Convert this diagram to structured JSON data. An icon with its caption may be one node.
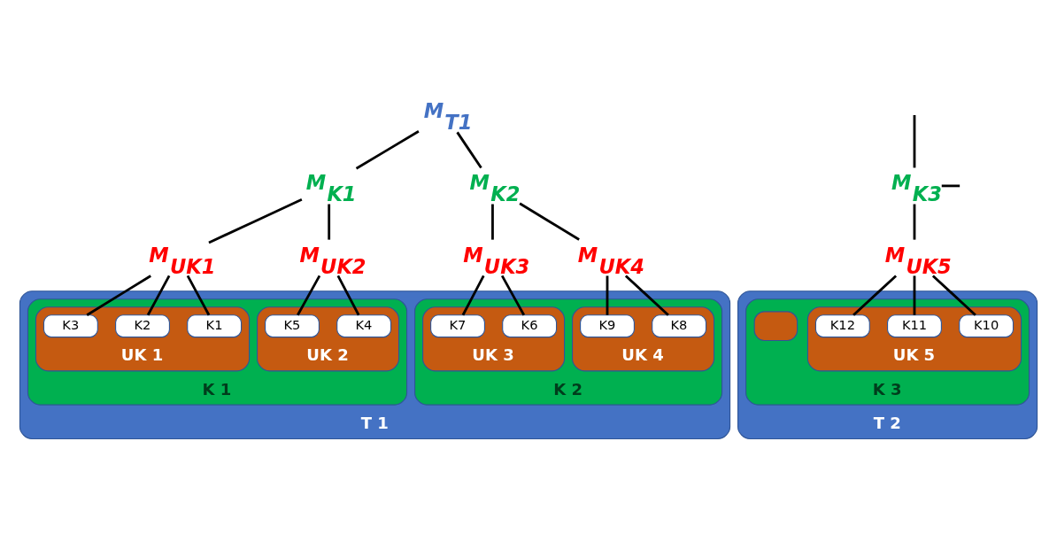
{
  "diagram": {
    "nodes": [
      {
        "text": [
          "M$_{T1}$"
        ]
      },
      {
        "text": [
          "M$_{K1}$"
        ]
      },
      {
        "text": [
          "M$_{K2}$"
        ]
      },
      {
        "text": [
          "M$_{UK1}$"
        ]
      },
      {
        "text": [
          "M$_{UK2}$"
        ]
      },
      {
        "text": [
          "M$_{UK3}$"
        ]
      },
      {
        "text": [
          "M$_{UK4}$"
        ]
      },
      {
        "text": [
          "M$_{K3}$"
        ]
      },
      {
        "text": [
          "M$_{UK5}$"
        ]
      },
      {
        "text": [
          "T 1"
        ]
      },
      {
        "text": [
          "K 1"
        ],
        "in": 9
      },
      {
        "text": [
          "UK 1"
        ],
        "in": 10
      },
      {
        "text": [
          "K1"
        ],
        "in": 11
      },
      {
        "text": [
          "K2"
        ],
        "in": 11
      },
      {
        "text": [
          "K3"
        ],
        "in": 11
      },
      {
        "text": [
          "UK 2"
        ],
        "in": 10
      },
      {
        "text": [
          "K4"
        ],
        "in": 15
      },
      {
        "text": [
          "K5"
        ],
        "in": 15
      },
      {
        "text": [
          "K 2"
        ],
        "in": 9
      },
      {
        "text": [
          "UK 3"
        ],
        "in": 18
      },
      {
        "text": [
          "K6"
        ],
        "in": 19
      },
      {
        "text": [
          "K7"
        ],
        "in": 19
      },
      {
        "text": [
          "UK 4"
        ],
        "in": 18
      },
      {
        "text": [
          "K8"
        ],
        "in": 22
      },
      {
        "text": [
          "K9"
        ],
        "in": 22
      },
      {
        "text": [
          "T 2"
        ]
      },
      {
        "text": [
          "K 3"
        ],
        "in": 25
      },
      {
        "text": [
          "UK 5"
        ],
        "in": 26
      },
      {
        "text": [
          "K10"
        ],
        "in": 27
      },
      {
        "text": [
          "K11"
        ],
        "in": 27
      },
      {
        "text": [
          "K12"
        ],
        "in": 27
      },
      {
        "text": [],
        "shape": "box",
        "in": 26
      }
    ],
    "edges": [
      {
        "from": 0,
        "to": 1,
        "arrow": "none"
      },
      {
        "from": 0,
        "to": 2,
        "arrow": "none"
      },
      {
        "from": 1,
        "to": 3,
        "arrow": "none"
      },
      {
        "from": 1,
        "to": 4,
        "arrow": "none"
      },
      {
        "from": 2,
        "to": 5,
        "arrow": "none"
      },
      {
        "from": 2,
        "to": 6,
        "arrow": "none"
      },
      {
        "from": null,
        "to": 7,
        "arrow": "none"
      },
      {
        "from": 7,
        "to": 8,
        "arrow": "none"
      },
      {
        "from": 7,
        "to": null,
        "arrow": "none"
      },
      {
        "from": 3,
        "to": 12,
        "arrow": "none"
      },
      {
        "from": 3,
        "to": 13,
        "arrow": "none"
      },
      {
        "from": 3,
        "to": 14,
        "arrow": "none"
      },
      {
        "from": 4,
        "to": 16,
        "arrow": "none"
      },
      {
        "from": 4,
        "to": 17,
        "arrow": "none"
      },
      {
        "from": 5,
        "to": 20,
        "arrow": "none"
      },
      {
        "from": 5,
        "to": 21,
        "arrow": "none"
      },
      {
        "from": 6,
        "to": 23,
        "arrow": "none"
      },
      {
        "from": 6,
        "to": 24,
        "arrow": "none"
      },
      {
        "from": 8,
        "to": 28,
        "arrow": "none"
      },
      {
        "from": 8,
        "to": 29,
        "arrow": "none"
      },
      {
        "from": 8,
        "to": 30,
        "arrow": "none"
      }
    ]
  }
}
